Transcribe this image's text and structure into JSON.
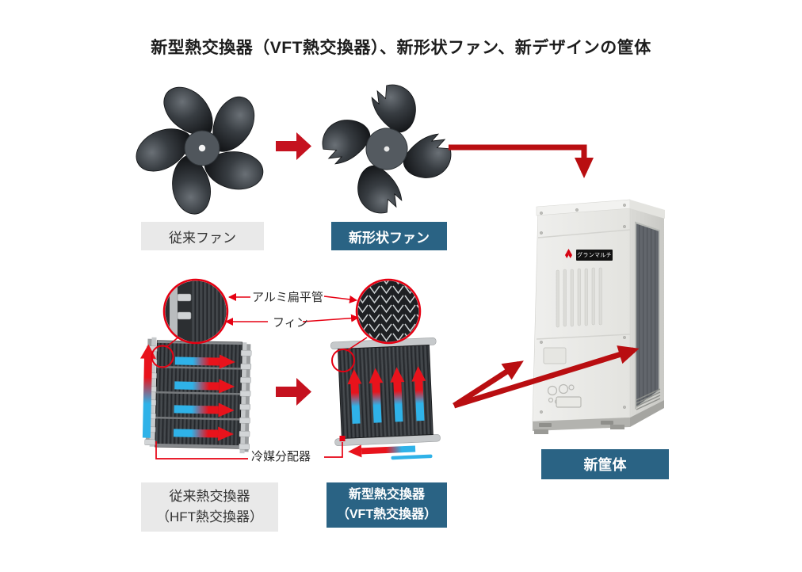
{
  "title": "新型熱交換器（VFT熱交換器）、新形状ファン、新デザインの筐体",
  "fans": {
    "old_label": "従来ファン",
    "new_label": "新形状ファン"
  },
  "heat_exchangers": {
    "callouts": {
      "tube": "アルミ扁平管",
      "fin": "フィン",
      "distributor": "冷媒分配器"
    },
    "old_label": {
      "line1": "従来熱交換器",
      "line2": "（HFT熱交換器）"
    },
    "new_label": {
      "line1": "新型熱交換器",
      "line2": "（VFT熱交換器）"
    }
  },
  "housing": {
    "label": "新筐体",
    "badge": "グランマルチ"
  },
  "colors": {
    "accent_blue": "#2a6384",
    "label_gray": "#e9e9e9",
    "block_arrow_red": "#c5121f",
    "connector_red": "#b90e11",
    "callout_red": "#e60012",
    "hot_red": "#e8131c",
    "cold_blue": "#2fb2e8"
  }
}
